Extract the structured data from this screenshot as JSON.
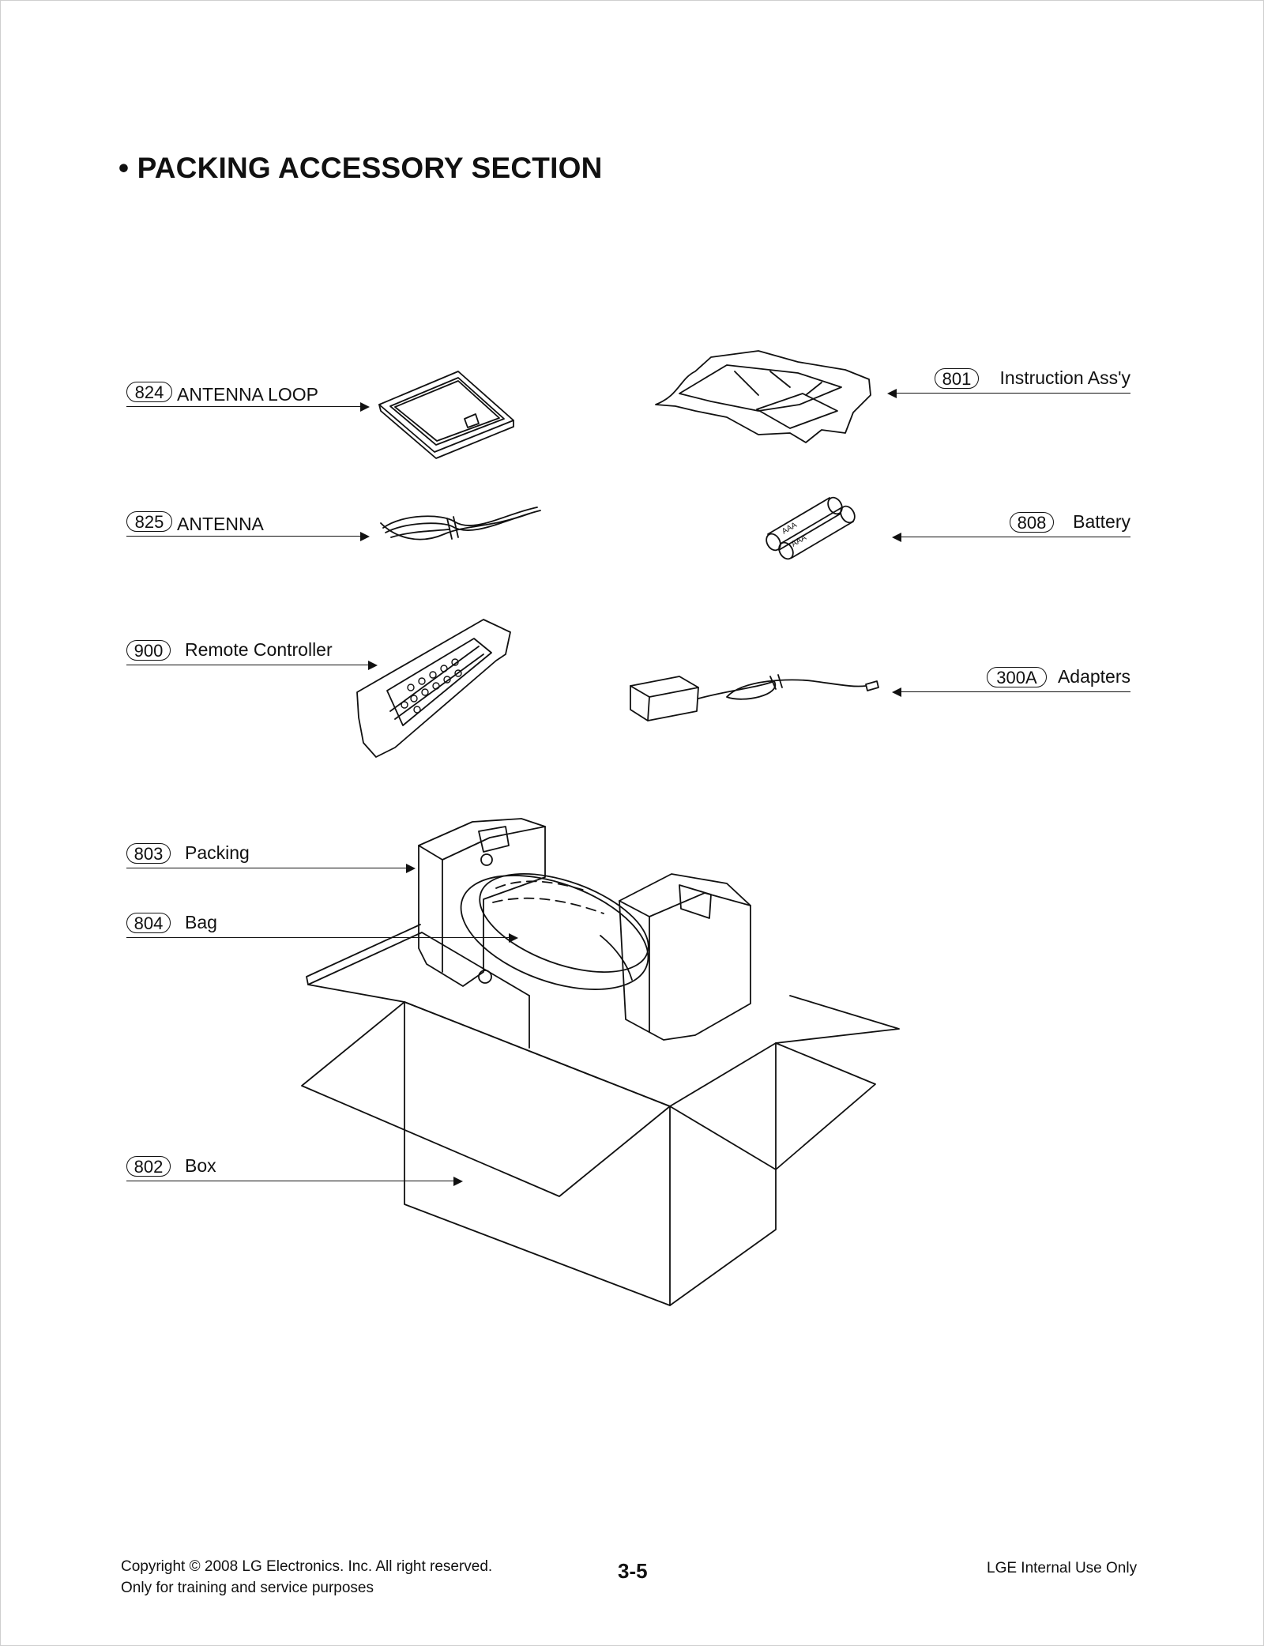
{
  "title": "• PACKING ACCESSORY SECTION",
  "parts": [
    {
      "num": "824",
      "label": "ANTENNA LOOP"
    },
    {
      "num": "825",
      "label": "ANTENNA"
    },
    {
      "num": "900",
      "label": "Remote Controller"
    },
    {
      "num": "801",
      "label": "Instruction Ass'y"
    },
    {
      "num": "808",
      "label": "Battery"
    },
    {
      "num": "300A",
      "label": "Adapters"
    },
    {
      "num": "803",
      "label": "Packing"
    },
    {
      "num": "804",
      "label": "Bag"
    },
    {
      "num": "802",
      "label": "Box"
    }
  ],
  "battery_marking": "AAA",
  "footer": {
    "copyright": "Copyright © 2008 LG Electronics. Inc. All right reserved.",
    "purpose": "Only for training and service purposes",
    "page_number": "3-5",
    "internal": "LGE Internal Use Only"
  }
}
